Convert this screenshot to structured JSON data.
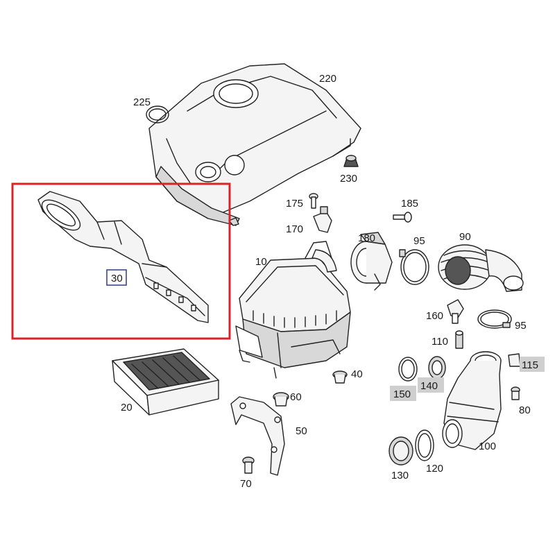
{
  "diagram": {
    "highlight_color": "#d9232a",
    "boxed_label_color": "#2a3a8a",
    "tag_background_color": "#cfcfcf",
    "callouts": {
      "p220": "220",
      "p225": "225",
      "p230": "230",
      "p175": "175",
      "p170": "170",
      "p185": "185",
      "p180": "180",
      "p95a": "95",
      "p90": "90",
      "p10": "10",
      "p30": "30",
      "p160": "160",
      "p95b": "95",
      "p110": "110",
      "p115": "115",
      "p150": "150",
      "p140": "140",
      "p40": "40",
      "p60": "60",
      "p80": "80",
      "p20": "20",
      "p50": "50",
      "p100": "100",
      "p120": "120",
      "p130": "130",
      "p70": "70"
    }
  }
}
